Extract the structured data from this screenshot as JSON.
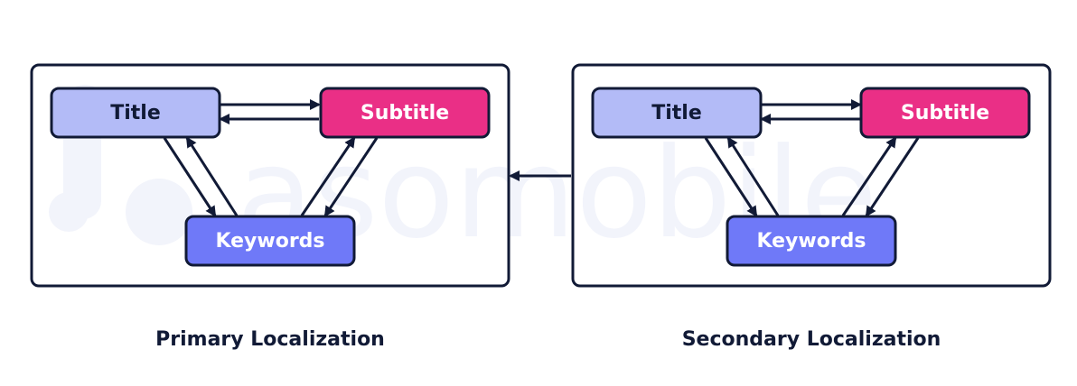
{
  "watermark": {
    "text": "asomobile"
  },
  "colors": {
    "stroke": "#111a36",
    "title_fill": "#b3bbf7",
    "subtitle_fill": "#ea2f86",
    "keywords_fill": "#6f79f8",
    "watermark": "#f2f4fb"
  },
  "diagrams": [
    {
      "caption": "Primary Localization",
      "title_label": "Title",
      "subtitle_label": "Subtitle",
      "keywords_label": "Keywords"
    },
    {
      "caption": "Secondary Localization",
      "title_label": "Title",
      "subtitle_label": "Subtitle",
      "keywords_label": "Keywords"
    }
  ]
}
